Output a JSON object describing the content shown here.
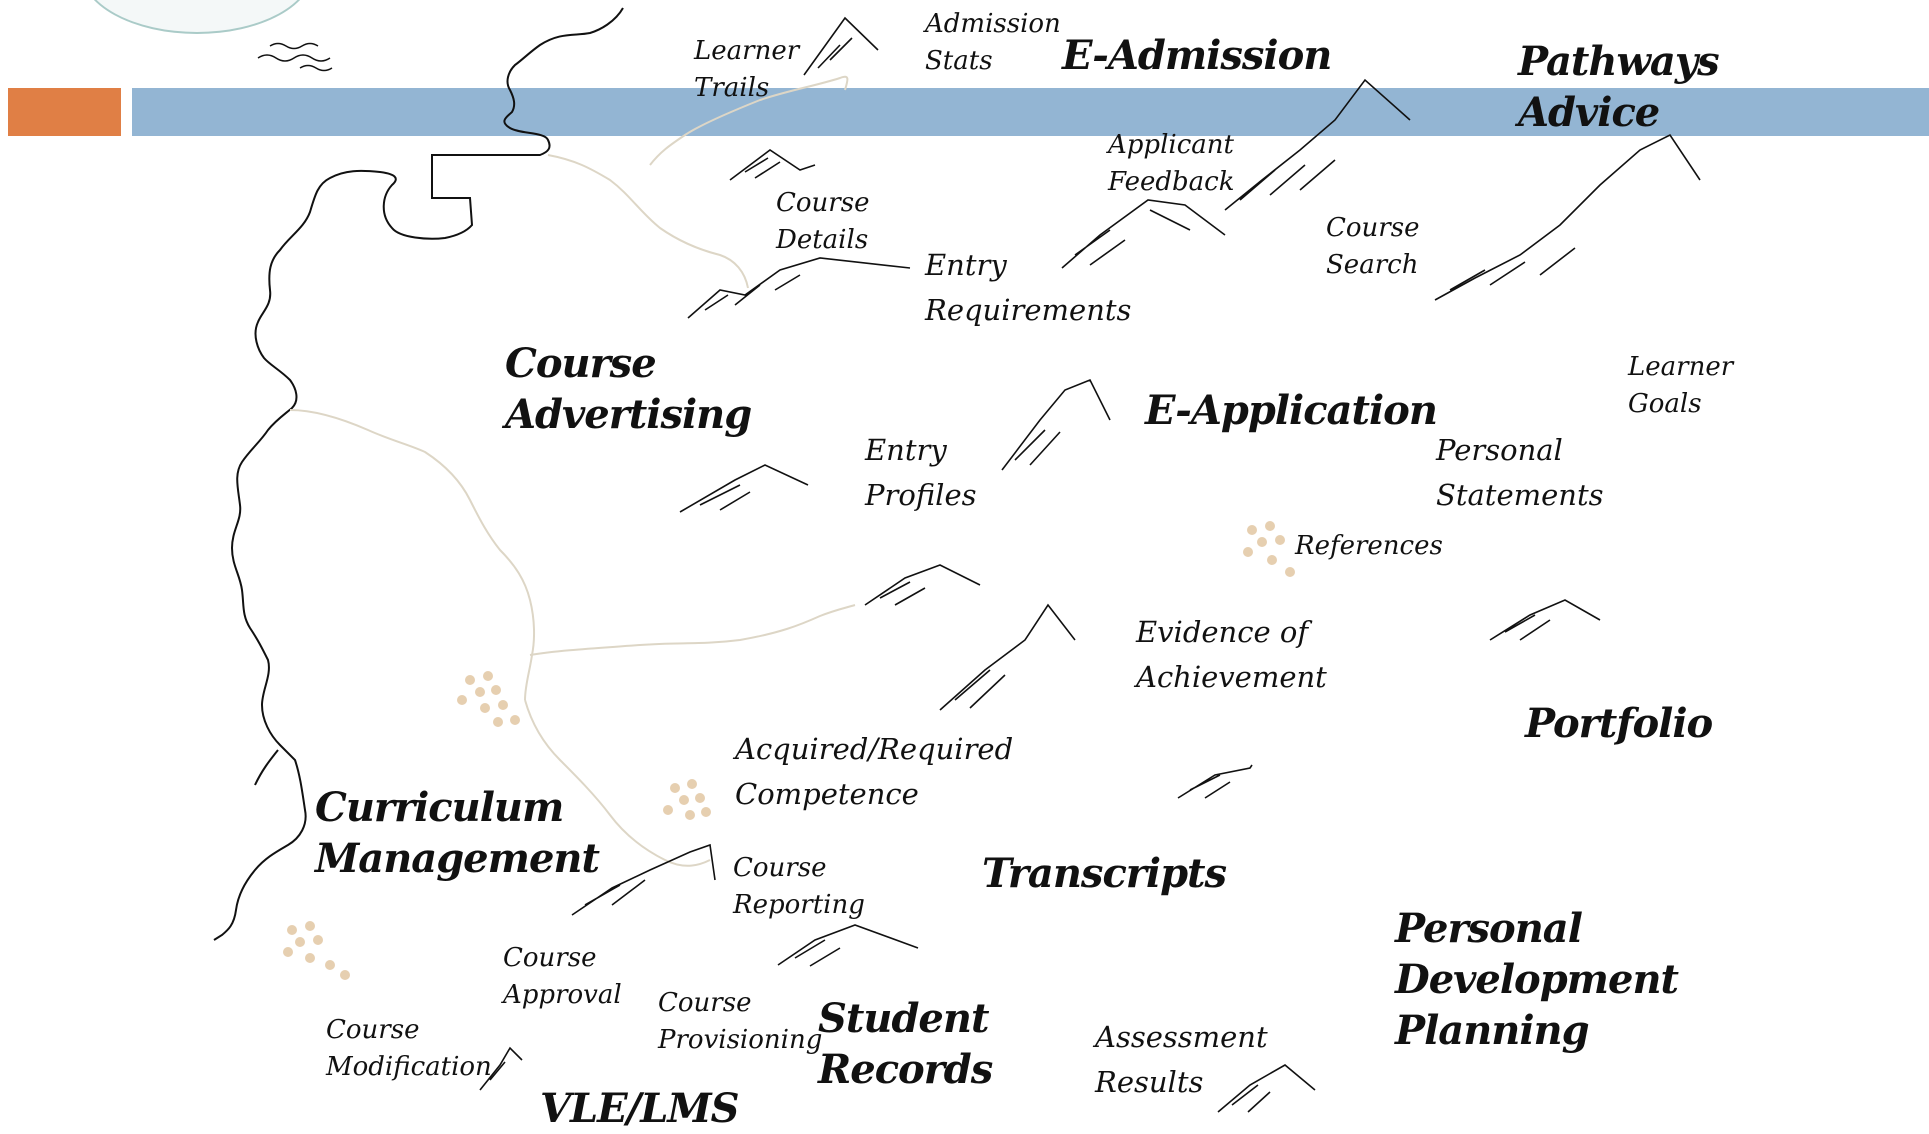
{
  "colors": {
    "accent": "#E07F45",
    "bar": "#93B5D3",
    "coast": "#111111",
    "trail": "#ddd6c6",
    "trees": "#e6cfb0"
  },
  "icons": [
    "mountain-icon",
    "tree-cluster-icon",
    "wave-icon",
    "logo-icon"
  ],
  "map_labels": {
    "e_admission": "E-Admission",
    "pathways_advice": [
      "Pathways",
      "Advice"
    ],
    "admission_stats": [
      "Admission",
      "Stats"
    ],
    "learner_trails": [
      "Learner",
      "Trails"
    ],
    "applicant_feedback": [
      "Applicant",
      "Feedback"
    ],
    "course_details": [
      "Course",
      "Details"
    ],
    "course_search": [
      "Course",
      "Search"
    ],
    "entry_requirements": [
      "Entry",
      "Requirements"
    ],
    "course_advertising": [
      "Course",
      "Advertising"
    ],
    "e_application": "E-Application",
    "learner_goals": [
      "Learner",
      "Goals"
    ],
    "entry_profiles": [
      "Entry",
      "Profiles"
    ],
    "personal_statements": [
      "Personal",
      "Statements"
    ],
    "references": "References",
    "evidence_of_achievement": [
      "Evidence of",
      "Achievement"
    ],
    "portfolio": "Portfolio",
    "acquired_required_competence": [
      "Acquired/Required",
      "Competence"
    ],
    "curriculum_management": [
      "Curriculum",
      "Management"
    ],
    "transcripts": "Transcripts",
    "course_reporting": [
      "Course",
      "Reporting"
    ],
    "personal_development_planning": [
      "Personal",
      "Development",
      "Planning"
    ],
    "course_approval": [
      "Course",
      "Approval"
    ],
    "course_modification": [
      "Course",
      "Modification"
    ],
    "course_provisioning": [
      "Course",
      "Provisioning"
    ],
    "student_records": [
      "Student",
      "Records"
    ],
    "assessment_results": [
      "Assessment",
      "Results"
    ],
    "vle_lms": "VLE/LMS"
  }
}
